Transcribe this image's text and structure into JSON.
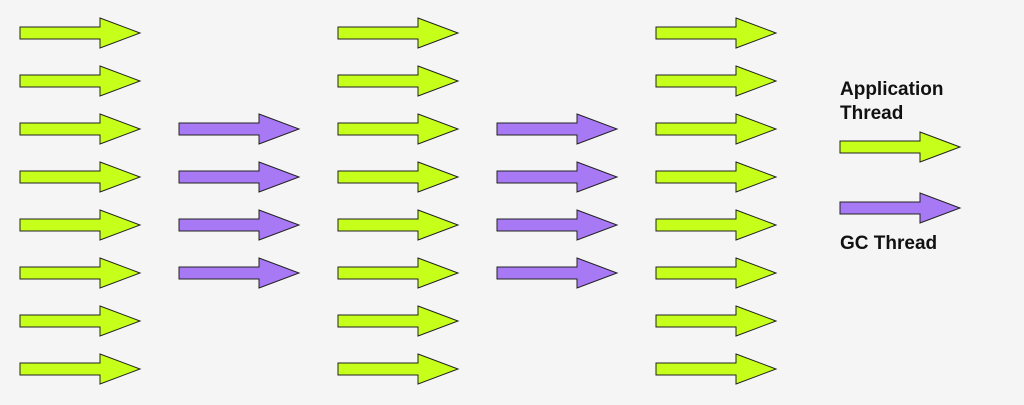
{
  "colors": {
    "background": "#f5f5f5",
    "application_thread": "#c6ff1a",
    "gc_thread": "#a879f5",
    "outline": "#222222",
    "text": "#111111"
  },
  "legend": {
    "application_label": "Application Thread",
    "application_label_line1": "Application",
    "application_label_line2": "Thread",
    "gc_label": "GC Thread"
  },
  "columns": [
    {
      "kind": "application",
      "count": 8
    },
    {
      "kind": "gc",
      "count": 4
    },
    {
      "kind": "application",
      "count": 8
    },
    {
      "kind": "gc",
      "count": 4
    },
    {
      "kind": "application",
      "count": 8
    }
  ]
}
